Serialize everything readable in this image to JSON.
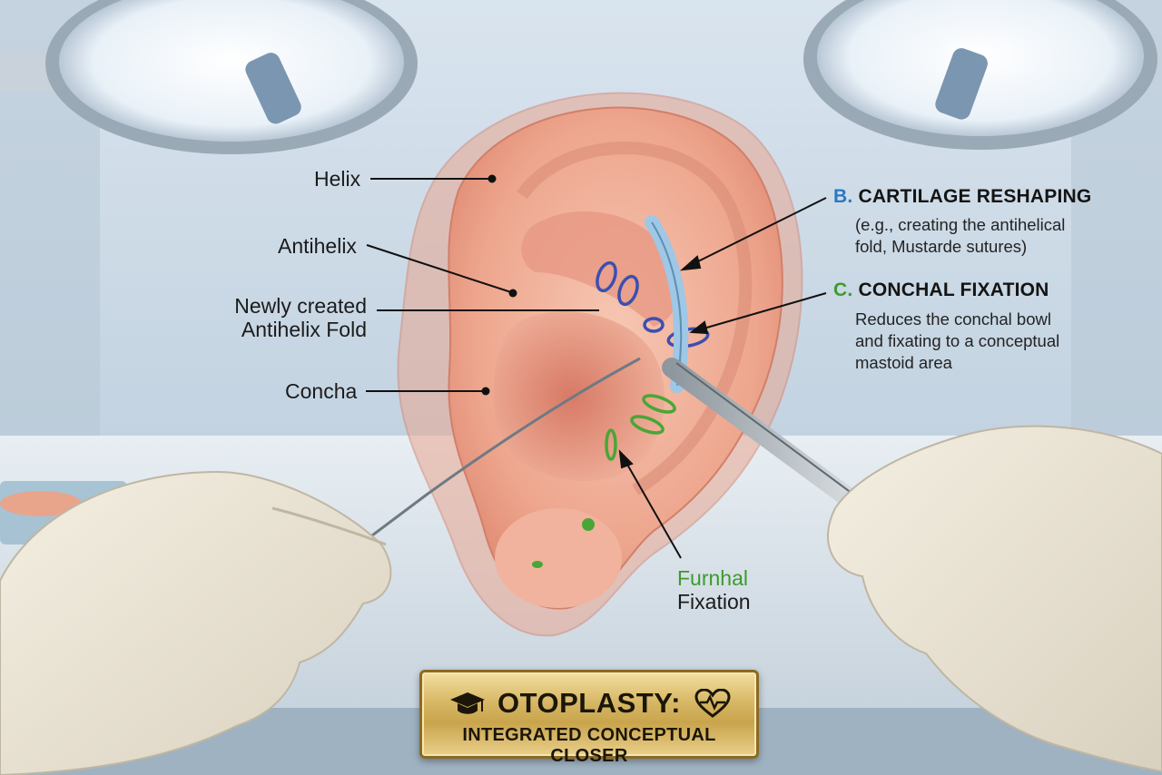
{
  "labels": {
    "helix": "Helix",
    "antihelix": "Antihelix",
    "new_fold_line1": "Newly created",
    "new_fold_line2": "Antihelix Fold",
    "concha": "Concha",
    "furnhal_line1": "Furnhal",
    "furnhal_line2": "Fixation"
  },
  "sections": {
    "b": {
      "letter": "B.",
      "title": "CARTILAGE RESHAPING",
      "desc_line1": "(e.g., creating the antihelical",
      "desc_line2": "fold, Mustarde sutures)"
    },
    "c": {
      "letter": "C.",
      "title": "CONCHAL FIXATION",
      "desc_line1": "Reduces the conchal bowl",
      "desc_line2": "and fixating to a conceptual",
      "desc_line3": "mastoid area"
    }
  },
  "plaque": {
    "line1": "OTOPLASTY:",
    "line2": "INTEGRATED CONCEPTUAL CLOSER"
  },
  "icons": {
    "left": "graduation-cap-icon",
    "right": "heart-pulse-icon"
  },
  "colors": {
    "letter_b": "#2a78c0",
    "letter_c": "#3d9a2f",
    "furnhal_green": "#3d9a2f",
    "suture_blue": "#3b4fb0",
    "suture_green": "#49a636",
    "skin": "#f0b7a2"
  }
}
